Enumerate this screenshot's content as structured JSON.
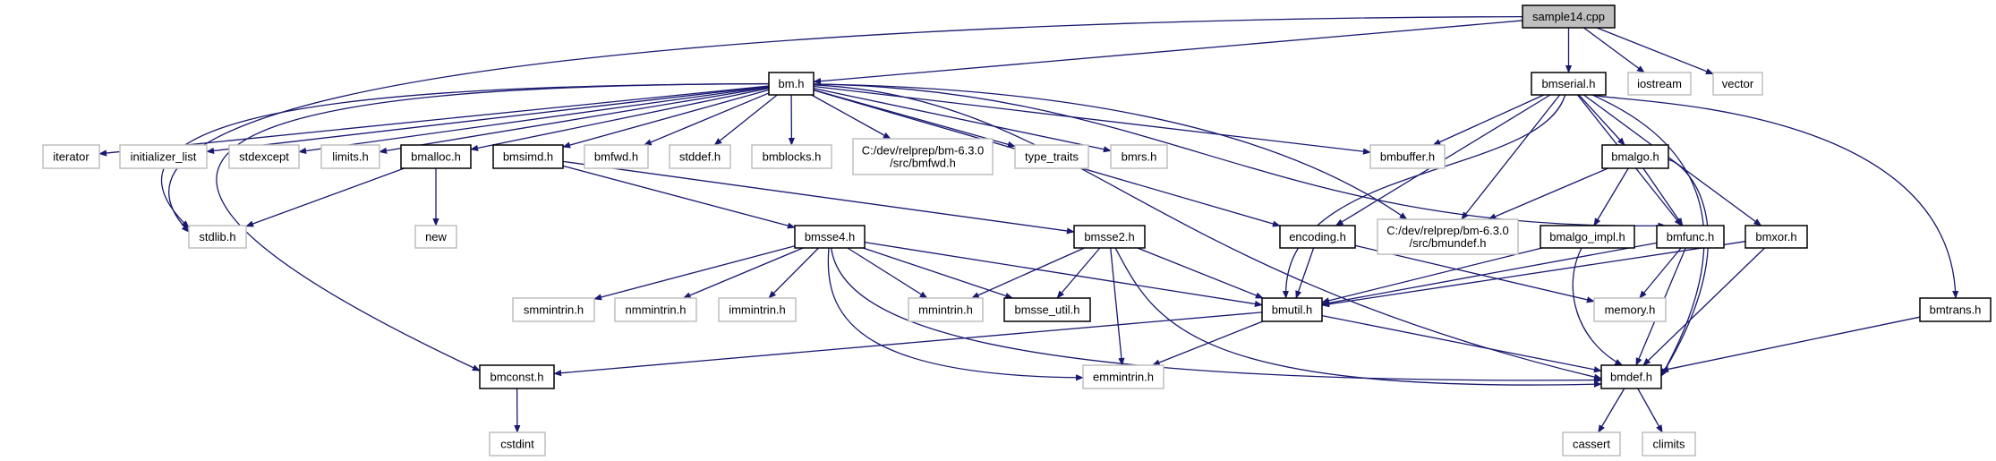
{
  "edge_color": "#191970",
  "root_fill": "#bfbfbf",
  "nodes": {
    "sample14": {
      "label": [
        "sample14.cpp"
      ],
      "style": "root"
    },
    "bm": {
      "label": [
        "bm.h"
      ],
      "style": "bold"
    },
    "bmserial": {
      "label": [
        "bmserial.h"
      ],
      "style": "bold"
    },
    "iostream": {
      "label": [
        "iostream"
      ],
      "style": "ext"
    },
    "vector": {
      "label": [
        "vector"
      ],
      "style": "ext"
    },
    "iterator": {
      "label": [
        "iterator"
      ],
      "style": "ext"
    },
    "initializer_list": {
      "label": [
        "initializer_list"
      ],
      "style": "ext"
    },
    "stdexcept": {
      "label": [
        "stdexcept"
      ],
      "style": "ext"
    },
    "limits": {
      "label": [
        "limits.h"
      ],
      "style": "ext"
    },
    "bmalloc": {
      "label": [
        "bmalloc.h"
      ],
      "style": "bold"
    },
    "bmsimd": {
      "label": [
        "bmsimd.h"
      ],
      "style": "bold"
    },
    "bmfwd": {
      "label": [
        "bmfwd.h"
      ],
      "style": "ext"
    },
    "stddef": {
      "label": [
        "stddef.h"
      ],
      "style": "ext"
    },
    "bmblocks": {
      "label": [
        "bmblocks.h"
      ],
      "style": "ext"
    },
    "cbmfwd": {
      "label": [
        "C:/dev/relprep/bm-6.3.0",
        "/src/bmfwd.h"
      ],
      "style": "ext"
    },
    "type_traits": {
      "label": [
        "type_traits"
      ],
      "style": "ext"
    },
    "bmrs": {
      "label": [
        "bmrs.h"
      ],
      "style": "ext"
    },
    "bmbuffer": {
      "label": [
        "bmbuffer.h"
      ],
      "style": "ext"
    },
    "bmalgo": {
      "label": [
        "bmalgo.h"
      ],
      "style": "bold"
    },
    "stdlib": {
      "label": [
        "stdlib.h"
      ],
      "style": "ext"
    },
    "new": {
      "label": [
        "new"
      ],
      "style": "ext"
    },
    "bmsse4": {
      "label": [
        "bmsse4.h"
      ],
      "style": "bold"
    },
    "bmsse2": {
      "label": [
        "bmsse2.h"
      ],
      "style": "bold"
    },
    "encoding": {
      "label": [
        "encoding.h"
      ],
      "style": "bold"
    },
    "cbmundef": {
      "label": [
        "C:/dev/relprep/bm-6.3.0",
        "/src/bmundef.h"
      ],
      "style": "ext"
    },
    "bmalgo_impl": {
      "label": [
        "bmalgo_impl.h"
      ],
      "style": "bold"
    },
    "bmfunc": {
      "label": [
        "bmfunc.h"
      ],
      "style": "bold"
    },
    "bmxor": {
      "label": [
        "bmxor.h"
      ],
      "style": "bold"
    },
    "smmintrin": {
      "label": [
        "smmintrin.h"
      ],
      "style": "ext"
    },
    "nmmintrin": {
      "label": [
        "nmmintrin.h"
      ],
      "style": "ext"
    },
    "immintrin": {
      "label": [
        "immintrin.h"
      ],
      "style": "ext"
    },
    "mmintrin": {
      "label": [
        "mmintrin.h"
      ],
      "style": "ext"
    },
    "bmsse_util": {
      "label": [
        "bmsse_util.h"
      ],
      "style": "bold"
    },
    "bmutil": {
      "label": [
        "bmutil.h"
      ],
      "style": "bold"
    },
    "memory": {
      "label": [
        "memory.h"
      ],
      "style": "ext"
    },
    "bmtrans": {
      "label": [
        "bmtrans.h"
      ],
      "style": "bold"
    },
    "bmconst": {
      "label": [
        "bmconst.h"
      ],
      "style": "bold"
    },
    "emmintrin": {
      "label": [
        "emmintrin.h"
      ],
      "style": "ext"
    },
    "bmdef": {
      "label": [
        "bmdef.h"
      ],
      "style": "bold"
    },
    "cstdint": {
      "label": [
        "cstdint"
      ],
      "style": "ext"
    },
    "cassert": {
      "label": [
        "cassert"
      ],
      "style": "ext"
    },
    "climits": {
      "label": [
        "climits"
      ],
      "style": "ext"
    }
  },
  "edges": [
    [
      "sample14",
      "bm"
    ],
    [
      "sample14",
      "stdlib"
    ],
    [
      "sample14",
      "bmserial"
    ],
    [
      "sample14",
      "iostream"
    ],
    [
      "sample14",
      "vector"
    ],
    [
      "bm",
      "iterator"
    ],
    [
      "bm",
      "initializer_list"
    ],
    [
      "bm",
      "stdexcept"
    ],
    [
      "bm",
      "limits"
    ],
    [
      "bm",
      "bmalloc"
    ],
    [
      "bm",
      "bmsimd"
    ],
    [
      "bm",
      "bmfwd"
    ],
    [
      "bm",
      "stddef"
    ],
    [
      "bm",
      "bmblocks"
    ],
    [
      "bm",
      "cbmfwd"
    ],
    [
      "bm",
      "type_traits"
    ],
    [
      "bm",
      "bmrs"
    ],
    [
      "bm",
      "bmbuffer"
    ],
    [
      "bm",
      "encoding"
    ],
    [
      "bm",
      "cbmundef"
    ],
    [
      "bm",
      "bmfunc"
    ],
    [
      "bm",
      "bmdef"
    ],
    [
      "bm",
      "bmconst"
    ],
    [
      "bm",
      "stdlib"
    ],
    [
      "bmalloc",
      "stdlib"
    ],
    [
      "bmalloc",
      "new"
    ],
    [
      "bmsimd",
      "bmsse4"
    ],
    [
      "bmsimd",
      "bmsse2"
    ],
    [
      "bmsse4",
      "smmintrin"
    ],
    [
      "bmsse4",
      "nmmintrin"
    ],
    [
      "bmsse4",
      "immintrin"
    ],
    [
      "bmsse4",
      "mmintrin"
    ],
    [
      "bmsse4",
      "bmsse_util"
    ],
    [
      "bmsse4",
      "bmutil"
    ],
    [
      "bmsse4",
      "emmintrin"
    ],
    [
      "bmsse4",
      "bmdef"
    ],
    [
      "bmsse2",
      "mmintrin"
    ],
    [
      "bmsse2",
      "bmsse_util"
    ],
    [
      "bmsse2",
      "emmintrin"
    ],
    [
      "bmsse2",
      "bmutil"
    ],
    [
      "bmsse2",
      "bmdef"
    ],
    [
      "bmserial",
      "bmbuffer"
    ],
    [
      "bmserial",
      "bmutil"
    ],
    [
      "bmserial",
      "encoding"
    ],
    [
      "bmserial",
      "cbmundef"
    ],
    [
      "bmserial",
      "bmalgo"
    ],
    [
      "bmserial",
      "bmfunc"
    ],
    [
      "bmserial",
      "bmxor"
    ],
    [
      "bmserial",
      "bmdef"
    ],
    [
      "bmserial",
      "bmtrans"
    ],
    [
      "bmalgo",
      "cbmundef"
    ],
    [
      "bmalgo",
      "bmalgo_impl"
    ],
    [
      "bmalgo",
      "bmfunc"
    ],
    [
      "bmalgo",
      "bmdef"
    ],
    [
      "encoding",
      "bmutil"
    ],
    [
      "encoding",
      "memory"
    ],
    [
      "bmalgo_impl",
      "bmutil"
    ],
    [
      "bmalgo_impl",
      "bmdef"
    ],
    [
      "bmfunc",
      "bmutil"
    ],
    [
      "bmfunc",
      "memory"
    ],
    [
      "bmfunc",
      "bmdef"
    ],
    [
      "bmxor",
      "bmutil"
    ],
    [
      "bmxor",
      "bmdef"
    ],
    [
      "bmutil",
      "bmconst"
    ],
    [
      "bmutil",
      "emmintrin"
    ],
    [
      "bmutil",
      "bmdef"
    ],
    [
      "bmtrans",
      "bmdef"
    ],
    [
      "bmconst",
      "cstdint"
    ],
    [
      "bmdef",
      "cassert"
    ],
    [
      "bmdef",
      "climits"
    ]
  ]
}
